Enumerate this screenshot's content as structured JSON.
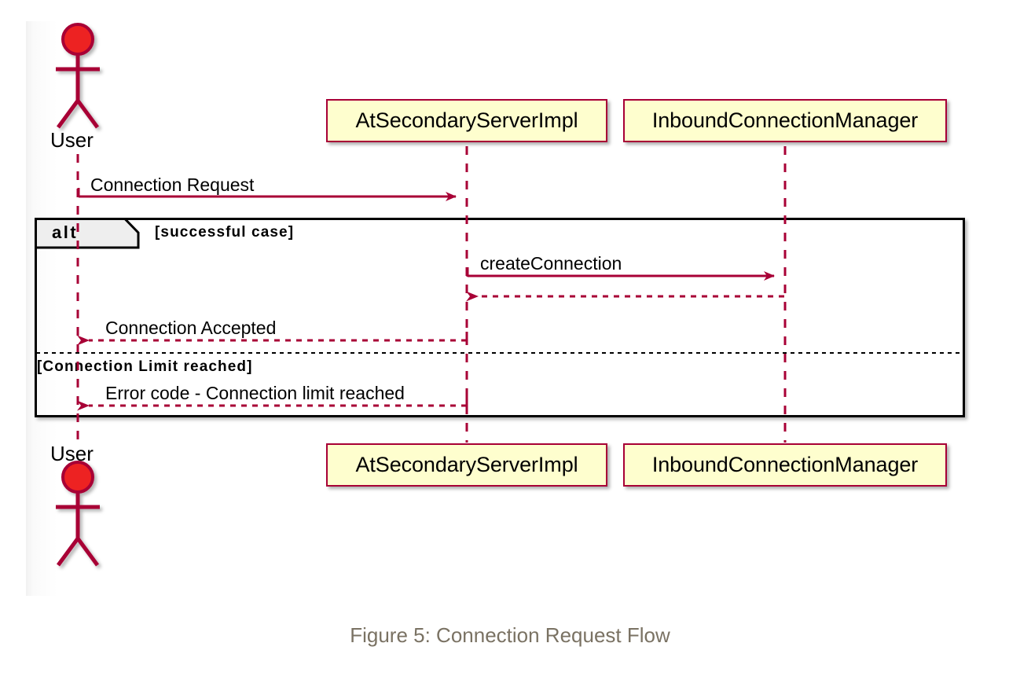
{
  "figure": {
    "caption": "Figure 5: Connection Request Flow"
  },
  "diagram": {
    "type": "uml-sequence-diagram",
    "colors": {
      "participant_fill": "#FEFECE",
      "participant_border": "#A80036",
      "arrow": "#A80036",
      "actor_head": "#ED2024",
      "actor_body": "#A80036",
      "fragment_border": "#000000",
      "fragment_tab_fill": "#EEEEEE",
      "caption_text": "#7A7263"
    },
    "actors": [
      {
        "name": "User",
        "label": "User",
        "position": "left"
      }
    ],
    "participants": [
      {
        "id": "server",
        "label": "AtSecondaryServerImpl"
      },
      {
        "id": "manager",
        "label": "InboundConnectionManager"
      }
    ],
    "header_labels": {
      "actor_top": "User",
      "server_top": "AtSecondaryServerImpl",
      "manager_top": "InboundConnectionManager"
    },
    "footer_labels": {
      "actor_bottom": "User",
      "server_bottom": "AtSecondaryServerImpl",
      "manager_bottom": "InboundConnectionManager"
    },
    "messages": [
      {
        "id": "m1",
        "label": "Connection Request",
        "from": "User",
        "to": "server",
        "style": "solid",
        "direction": "right"
      },
      {
        "id": "m2",
        "label": "createConnection",
        "from": "server",
        "to": "manager",
        "style": "solid",
        "direction": "right"
      },
      {
        "id": "m3",
        "label": "",
        "from": "manager",
        "to": "server",
        "style": "dashed",
        "direction": "left"
      },
      {
        "id": "m4",
        "label": "Connection Accepted",
        "from": "server",
        "to": "User",
        "style": "dashed",
        "direction": "left"
      },
      {
        "id": "m5",
        "label": "Error code - Connection limit reached",
        "from": "server",
        "to": "User",
        "style": "dashed",
        "direction": "left"
      }
    ],
    "fragment": {
      "keyword": "alt",
      "branches": [
        {
          "guard": "[successful case]"
        },
        {
          "guard": "[Connection Limit reached]"
        }
      ]
    }
  }
}
